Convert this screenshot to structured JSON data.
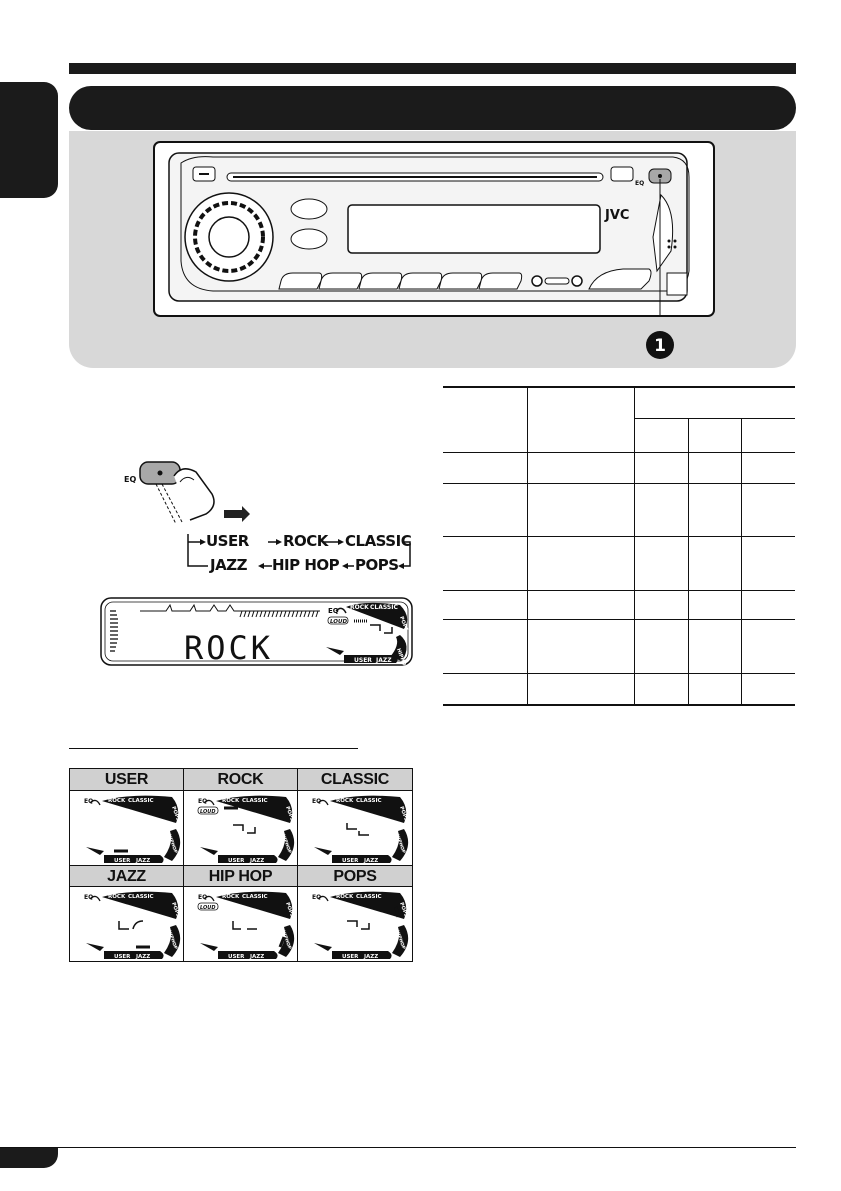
{
  "brand": "JVC",
  "eq_button_label": "EQ",
  "callout_number": "1",
  "mode_sequence": {
    "row1": [
      "USER",
      "ROCK",
      "CLASSIC"
    ],
    "row2": [
      "JAZZ",
      "HIP HOP",
      "POPS"
    ]
  },
  "lcd": {
    "display_text": "ROCK",
    "mode_labels": [
      "ROCK",
      "CLASSIC",
      "POPS",
      "HIPHOP",
      "USER",
      "JAZZ"
    ],
    "loud_label": "LOUD",
    "eq_label": "EQ"
  },
  "presets": [
    {
      "name": "USER",
      "loud": false,
      "active": "USER"
    },
    {
      "name": "ROCK",
      "loud": true,
      "active": "ROCK"
    },
    {
      "name": "CLASSIC",
      "loud": false,
      "active": "CLASSIC"
    },
    {
      "name": "JAZZ",
      "loud": false,
      "active": "JAZZ"
    },
    {
      "name": "HIP HOP",
      "loud": true,
      "active": "HIPHOP"
    },
    {
      "name": "POPS",
      "loud": false,
      "active": "POPS"
    }
  ],
  "colors": {
    "dark": "#1b1b1b",
    "panel_gray": "#d8d8d8",
    "header_cell_gray": "#d0d0d0"
  }
}
